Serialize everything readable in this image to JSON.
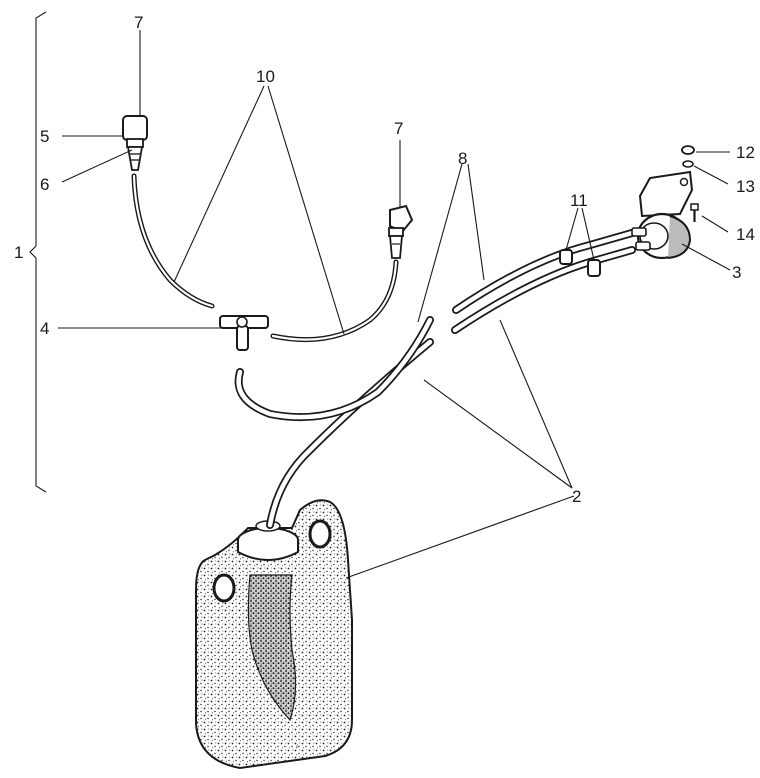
{
  "callouts": {
    "c1": "1",
    "c2": "2",
    "c3": "3",
    "c4": "4",
    "c5": "5",
    "c6": "6",
    "c7a": "7",
    "c7b": "7",
    "c8": "8",
    "c10": "10",
    "c11": "11",
    "c12": "12",
    "c13": "13",
    "c14": "14"
  },
  "colors": {
    "ink": "#1a1a1a",
    "paper": "#ffffff"
  }
}
